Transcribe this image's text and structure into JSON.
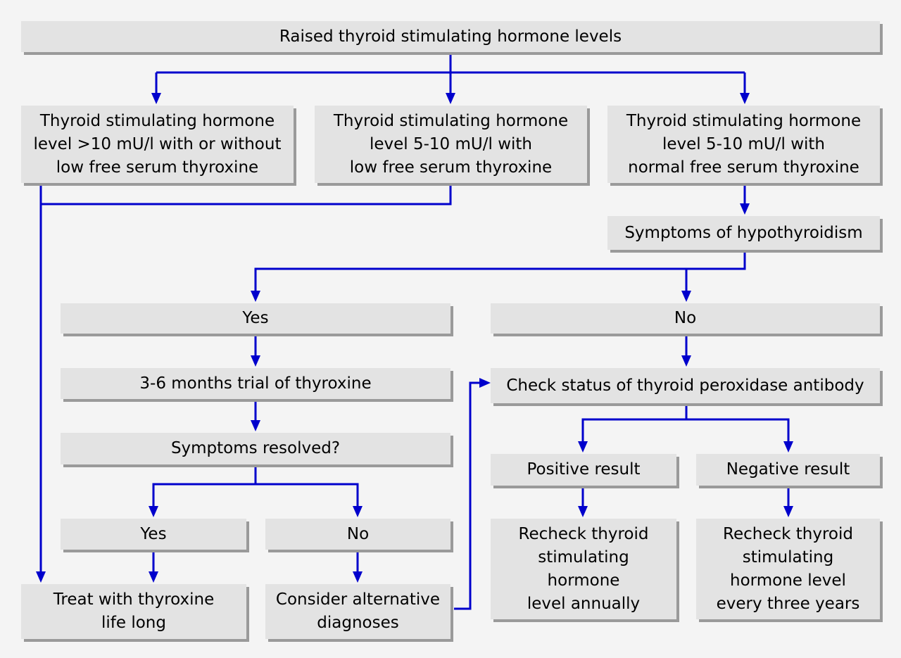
{
  "nodes": {
    "root": "Raised thyroid stimulating hormone levels",
    "tsh_high": "Thyroid stimulating hormone\nlevel >10 mU/l with or without\nlow free serum thyroxine",
    "tsh_mid_low": "Thyroid stimulating hormone\nlevel 5-10 mU/l with\nlow free serum thyroxine",
    "tsh_mid_normal": "Thyroid stimulating hormone\nlevel 5-10 mU/l with\nnormal free serum thyroxine",
    "symptoms": "Symptoms of hypothyroidism",
    "yes1": "Yes",
    "no1": "No",
    "trial": "3-6 months trial of thyroxine",
    "resolved": "Symptoms resolved?",
    "yes2": "Yes",
    "no2": "No",
    "treat": "Treat with thyroxine\nlife long",
    "alternative": "Consider alternative\ndiagnoses",
    "check_tpo": "Check status of thyroid peroxidase antibody",
    "positive": "Positive result",
    "negative": "Negative result",
    "recheck_annual": "Recheck thyroid\nstimulating\nhormone\nlevel annually",
    "recheck_three": "Recheck thyroid\nstimulating\nhormone level\nevery three years"
  },
  "colors": {
    "connector": "#0000cc",
    "box_fill": "#e3e3e3",
    "box_shadow": "#9a9a9a",
    "background": "#f4f4f4"
  }
}
